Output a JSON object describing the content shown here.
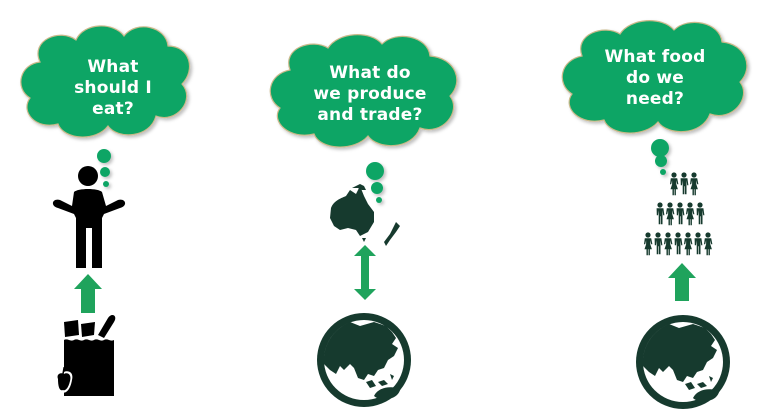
{
  "colors": {
    "cloud_green": "#0fa565",
    "cloud_border": "#c9b98a",
    "arrow_green": "#1fa35c",
    "dark_green": "#163a2e",
    "black": "#000000",
    "text_white": "#ffffff"
  },
  "panels": [
    {
      "id": "individual",
      "question_lines": [
        "What",
        "should I",
        "eat?"
      ],
      "thinker_icon": "person-shrugging-icon",
      "arrow": "up-arrow-icon",
      "source_icon": "grocery-bag-icon"
    },
    {
      "id": "nation",
      "question_lines": [
        "What do",
        "we produce",
        "and trade?"
      ],
      "thinker_icon": "australia-nz-map-icon",
      "arrow": "double-arrow-icon",
      "source_icon": "globe-icon"
    },
    {
      "id": "population",
      "question_lines": [
        "What food",
        "do we",
        "need?"
      ],
      "thinker_icon": "population-pyramid-icon",
      "arrow": "up-arrow-icon",
      "source_icon": "globe-icon"
    }
  ]
}
